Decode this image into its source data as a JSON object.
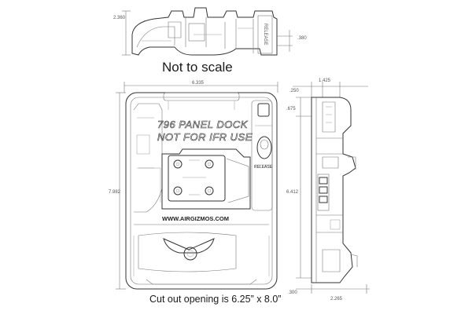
{
  "captions": {
    "not_to_scale": "Not to scale",
    "cutout": "Cut out opening is 6.25” x 8.0”"
  },
  "labels": {
    "panel_line1": "796 PANEL DOCK",
    "panel_line2": "NOT FOR IFR USE",
    "website": "WWW.AIRGIZMOS.COM",
    "release": "RELEASE"
  },
  "dimensions": {
    "top_height": "2.360",
    "top_right": ".380",
    "front_width": "6.335",
    "front_height": "7.982",
    "side_top_left": ".250",
    "side_top_right": "1.425",
    "side_mid_left": ".675",
    "side_height": "6.412",
    "side_bottom_left": ".300",
    "side_bottom_right": "2.265"
  },
  "colors": {
    "line": "#333333",
    "dimension": "#777777",
    "background": "#ffffff"
  }
}
